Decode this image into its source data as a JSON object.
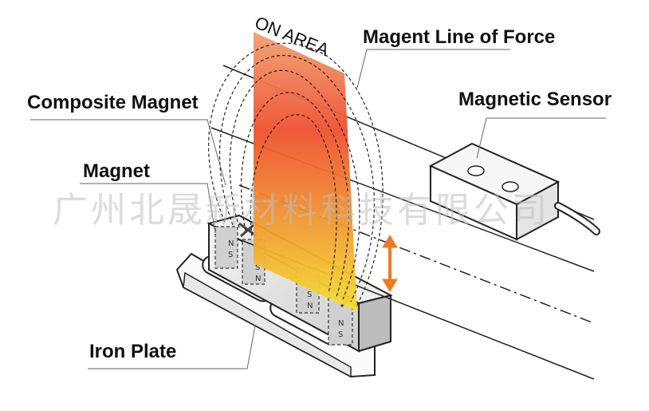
{
  "labels": {
    "on_area": "ON AREA",
    "line_of_force": "Magent Line of Force",
    "magnetic_sensor": "Magnetic Sensor",
    "composite_magnet": "Composite Magnet",
    "magnet": "Magnet",
    "iron_plate": "Iron Plate"
  },
  "watermark": "广州北晟新材料科技有限公司",
  "poles": {
    "north": "N",
    "south": "S"
  },
  "colors": {
    "field_top": "#f2a070",
    "field_mid": "#ee5030",
    "field_bottom": "#f6e030",
    "arrow": "#ee7a22",
    "outline": "#222222",
    "magnet_fill": "#d8d8d8"
  }
}
